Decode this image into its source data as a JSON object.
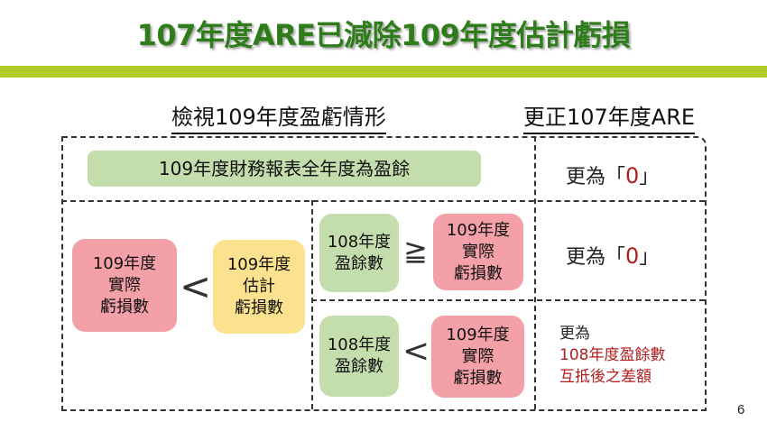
{
  "title": "107年度ARE已減除109年度估計虧損",
  "headings": {
    "left": "檢視109年度盈虧情形",
    "right": "更正107年度ARE"
  },
  "banner": "109年度財務報表全年度為盈餘",
  "boxes": {
    "actual_loss_main": [
      "109年度",
      "實際",
      "虧損數"
    ],
    "estimated_loss": [
      "109年度",
      "估計",
      "虧損數"
    ],
    "surplus_108_top": [
      "108年度",
      "盈餘數"
    ],
    "actual_loss_top": [
      "109年度",
      "實際",
      "虧損數"
    ],
    "surplus_108_bottom": [
      "108年度",
      "盈餘數"
    ],
    "actual_loss_bottom": [
      "109年度",
      "實際",
      "虧損數"
    ]
  },
  "operators": {
    "main": "<",
    "top": "≧",
    "bottom": "<"
  },
  "results": {
    "row1": {
      "prefix": "更為「",
      "value": "0",
      "suffix": "」"
    },
    "row2": {
      "prefix": "更為「",
      "value": "0",
      "suffix": "」"
    },
    "row3": {
      "line1": "更為",
      "line2": "108年度盈餘數",
      "line3": "互抵後之差額"
    }
  },
  "page_number": "6",
  "colors": {
    "title_green": "#2E7D1A",
    "band_green": "#AFCB27",
    "box_green": "#C4DDAD",
    "box_pink": "#F4A0A8",
    "box_yellow": "#FCE28E",
    "accent_red": "#B01E1E"
  }
}
